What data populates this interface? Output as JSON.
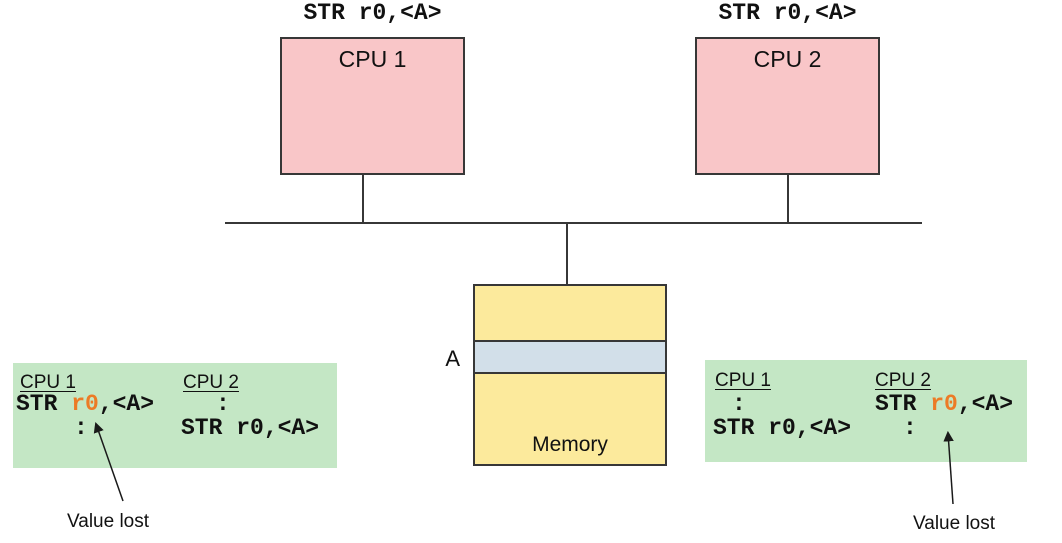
{
  "colors": {
    "cpu_fill": "#f9c6c8",
    "memory_fill": "#fcea9c",
    "address_band_fill": "#d2dfe9",
    "trace_fill": "#c4e7c5",
    "register_highlight": "#ec7b26",
    "line_color": "#373737"
  },
  "cpus": {
    "cpu1": {
      "label": "CPU 1",
      "instruction": "STR r0,<A>"
    },
    "cpu2": {
      "label": "CPU 2",
      "instruction": "STR r0,<A>"
    }
  },
  "memory": {
    "label": "Memory",
    "address_label": "A"
  },
  "trace_left": {
    "col1_header": "CPU 1",
    "col2_header": "CPU 2",
    "row1_col1": {
      "pre": "STR ",
      "reg": "r0",
      "post": ",<A>"
    },
    "row1_col2": ":",
    "row2_col1": ":",
    "row2_col2": "STR r0,<A>",
    "callout": "Value lost"
  },
  "trace_right": {
    "col1_header": "CPU 1",
    "col2_header": "CPU 2",
    "row1_col1": ":",
    "row1_col2": {
      "pre": "STR ",
      "reg": "r0",
      "post": ",<A>"
    },
    "row2_col1": "STR r0,<A>",
    "row2_col2": ":",
    "callout": "Value lost"
  }
}
